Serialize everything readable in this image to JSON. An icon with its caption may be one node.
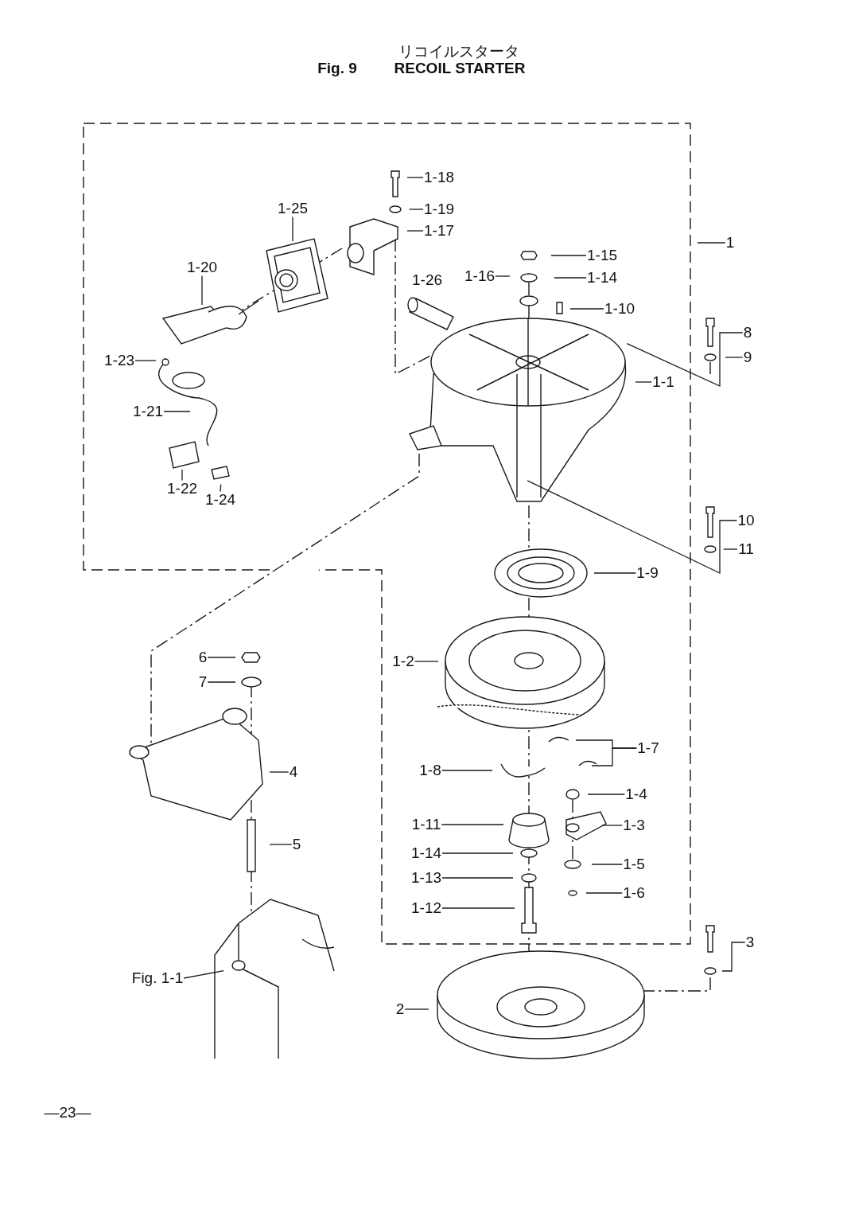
{
  "diagram": {
    "title": "リコイルスタータ",
    "nodes": [
      {
        "text": [
          "1"
        ]
      },
      {
        "text": [
          "1-18"
        ]
      },
      {
        "text": [
          "1-19"
        ]
      },
      {
        "text": [
          "1-17"
        ]
      },
      {
        "text": [
          "1-25"
        ]
      },
      {
        "text": [
          "1-20"
        ]
      },
      {
        "text": [
          "1-15"
        ]
      },
      {
        "text": [
          "1-16"
        ]
      },
      {
        "text": [
          "1-14"
        ]
      },
      {
        "text": [
          "1-10"
        ]
      },
      {
        "text": [
          "8"
        ]
      },
      {
        "text": [
          "9"
        ]
      },
      {
        "text": [
          "1-23"
        ]
      },
      {
        "text": [
          "1-1"
        ]
      },
      {
        "text": [
          "1-21"
        ]
      },
      {
        "text": [
          "1-22"
        ]
      },
      {
        "text": [
          "1-24"
        ]
      },
      {
        "text": [
          "10"
        ]
      },
      {
        "text": [
          "11"
        ]
      },
      {
        "text": [
          "1-9"
        ]
      },
      {
        "text": [
          "6"
        ]
      },
      {
        "text": [
          "7"
        ]
      },
      {
        "text": [
          "1-2"
        ]
      },
      {
        "text": [
          "1-7"
        ]
      },
      {
        "text": [
          "4"
        ]
      },
      {
        "text": [
          "1-8"
        ]
      },
      {
        "text": [
          "1-4"
        ]
      },
      {
        "text": [
          "1-3"
        ]
      },
      {
        "text": [
          "1-11"
        ]
      },
      {
        "text": [
          "5"
        ]
      },
      {
        "text": [
          "1-14"
        ]
      },
      {
        "text": [
          "1-5"
        ]
      },
      {
        "text": [
          "1-13"
        ]
      },
      {
        "text": [
          "1-6"
        ]
      },
      {
        "text": [
          "1-12"
        ]
      },
      {
        "text": [
          "3"
        ]
      },
      {
        "text": [
          "Fig. 1-1"
        ]
      },
      {
        "text": [
          "2"
        ]
      }
    ],
    "edges": [
      {
        "from": 0,
        "to": null,
        "arrow": "none"
      },
      {
        "from": 1,
        "to": null,
        "arrow": "none"
      },
      {
        "from": 2,
        "to": null,
        "arrow": "none"
      },
      {
        "from": 3,
        "to": null,
        "arrow": "none"
      },
      {
        "from": 4,
        "to": null,
        "arrow": "none"
      },
      {
        "from": 5,
        "to": null,
        "arrow": "none"
      },
      {
        "from": 6,
        "to": null,
        "arrow": "none"
      },
      {
        "from": 7,
        "to": null,
        "arrow": "none"
      },
      {
        "from": 8,
        "to": null,
        "arrow": "none"
      },
      {
        "from": 9,
        "to": null,
        "arrow": "none"
      },
      {
        "from": 10,
        "to": null,
        "arrow": "none"
      },
      {
        "from": 11,
        "to": null,
        "arrow": "none"
      },
      {
        "from": 12,
        "to": null,
        "arrow": "none"
      },
      {
        "from": 13,
        "to": null,
        "arrow": "none"
      },
      {
        "from": 14,
        "to": null,
        "arrow": "none"
      },
      {
        "from": 15,
        "to": null,
        "arrow": "none"
      },
      {
        "from": 16,
        "to": null,
        "arrow": "none"
      },
      {
        "from": 17,
        "to": null,
        "arrow": "none"
      },
      {
        "from": 18,
        "to": null,
        "arrow": "none"
      },
      {
        "from": 19,
        "to": null,
        "arrow": "none"
      },
      {
        "from": 20,
        "to": null,
        "arrow": "none"
      },
      {
        "from": 21,
        "to": null,
        "arrow": "none"
      },
      {
        "from": 22,
        "to": null,
        "arrow": "none"
      },
      {
        "from": 23,
        "to": null,
        "arrow": "none"
      },
      {
        "from": 23,
        "to": null,
        "arrow": "none"
      },
      {
        "from": 24,
        "to": null,
        "arrow": "none"
      },
      {
        "from": 25,
        "to": null,
        "arrow": "none"
      },
      {
        "from": 26,
        "to": null,
        "arrow": "none"
      },
      {
        "from": 27,
        "to": null,
        "arrow": "none"
      },
      {
        "from": 28,
        "to": null,
        "arrow": "none"
      },
      {
        "from": 29,
        "to": null,
        "arrow": "none"
      },
      {
        "from": 30,
        "to": null,
        "arrow": "none"
      },
      {
        "from": 31,
        "to": null,
        "arrow": "none"
      },
      {
        "from": 32,
        "to": null,
        "arrow": "none"
      },
      {
        "from": 33,
        "to": null,
        "arrow": "none"
      },
      {
        "from": 34,
        "to": null,
        "arrow": "none"
      },
      {
        "from": 35,
        "to": null,
        "arrow": "none"
      },
      {
        "from": 36,
        "to": null,
        "arrow": "none"
      },
      {
        "from": 37,
        "to": null,
        "arrow": "none"
      }
    ],
    "labels": [
      "Fig. 9",
      "RECOIL STARTER",
      "1-26",
      "—23—"
    ]
  }
}
